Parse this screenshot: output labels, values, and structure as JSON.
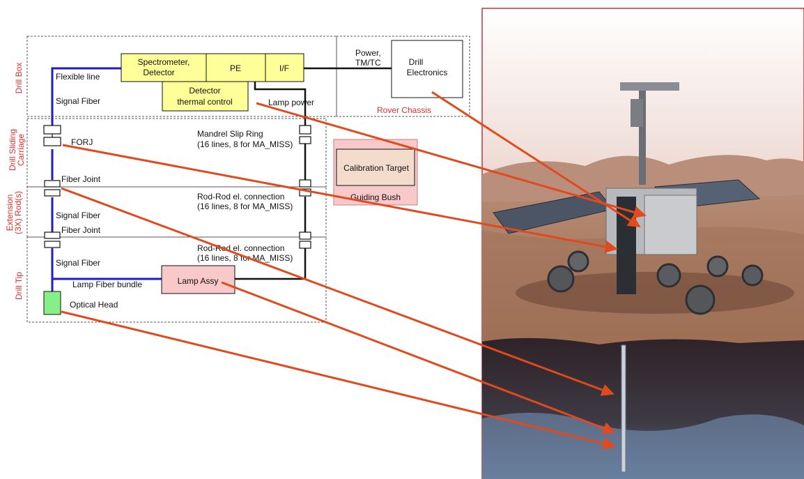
{
  "sections": {
    "drill_box": "Drill Box",
    "drill_sliding_carriage": [
      "Drill Sliding",
      "Carriage"
    ],
    "extension_rods": [
      "Extension",
      "(3X) Rod(s)"
    ],
    "drill_tip": "Drill Tip"
  },
  "rover_chassis": "Rover Chassis",
  "blocks": {
    "spectrometer": [
      "Spectrometer,",
      "Detector"
    ],
    "pe": "PE",
    "if": "I/F",
    "detector_thermal": [
      "Detector",
      "thermal  control"
    ],
    "drill_electronics": [
      "Drill",
      "Electronics"
    ],
    "calibration_target": "Calibration Target",
    "guiding_bush": "Guiding Bush",
    "lamp_assy": "Lamp Assy"
  },
  "labels": {
    "flexible_line": "Flexible  line",
    "signal_fiber_1": "Signal Fiber",
    "power_tmtc": [
      "Power,",
      "TM/TC"
    ],
    "lamp_power": "Lamp power",
    "forj": "FORJ",
    "mandrel_slip_ring": [
      "Mandrel Slip Ring",
      "(16 lines, 8 for MA_MISS)"
    ],
    "fiber_joint_1": "Fiber Joint",
    "rod_rod_1": [
      "Rod-Rod  el. connection",
      "(16 lines, 8 for MA_MISS)"
    ],
    "signal_fiber_2": "Signal Fiber",
    "fiber_joint_2": "Fiber Joint",
    "rod_rod_2": [
      "Rod-Rod  el. connection",
      "(16 lines, 8 for MA_MISS)"
    ],
    "signal_fiber_3": "Signal Fiber",
    "lamp_fiber_bundle": "Lamp Fiber bundle",
    "optical_head": "Optical Head"
  },
  "colors": {
    "section_label": "#e03030",
    "yellow_block": "#ffff99",
    "pink_block": "#f9c8c8",
    "optical_head": "#88ee88",
    "fiber_blue": "#1a1adb",
    "arrow": "#e04a1c",
    "sky": "#d9b6a8",
    "ground": "#a9775a",
    "subsurface": "#3b3036"
  }
}
